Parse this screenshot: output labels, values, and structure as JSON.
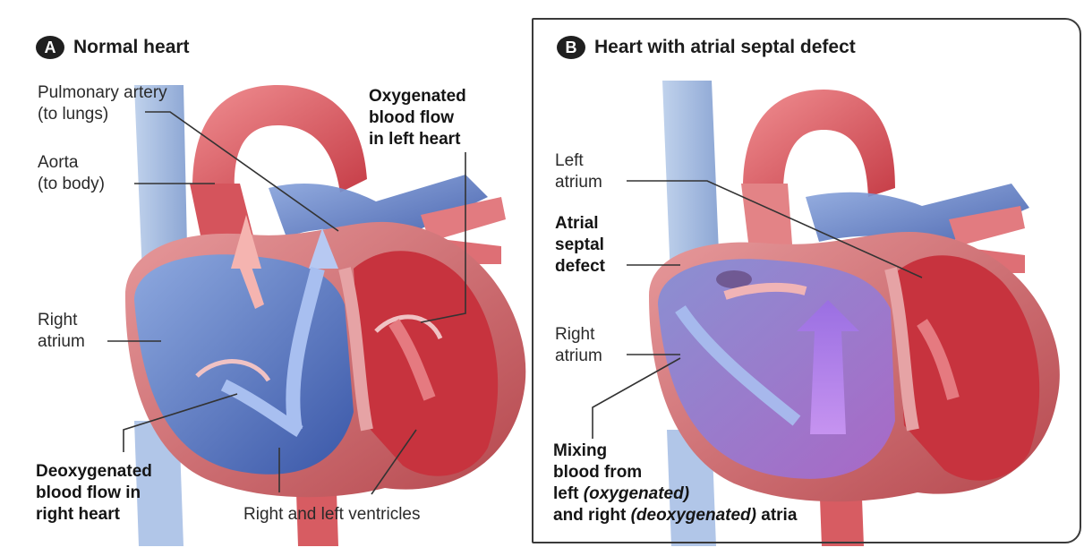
{
  "panel_a": {
    "badge": "A",
    "title": "Normal heart",
    "labels": {
      "pulmonary_artery_1": "Pulmonary artery",
      "pulmonary_artery_2": "(to lungs)",
      "aorta_1": "Aorta",
      "aorta_2": "(to body)",
      "oxygenated_1": "Oxygenated",
      "oxygenated_2": "blood flow",
      "oxygenated_3": "in left heart",
      "right_atrium_1": "Right",
      "right_atrium_2": "atrium",
      "deoxygenated_1": "Deoxygenated",
      "deoxygenated_2": "blood flow in",
      "deoxygenated_3": "right heart",
      "ventricles": "Right and left ventricles"
    }
  },
  "panel_b": {
    "badge": "B",
    "title": "Heart with atrial septal defect",
    "labels": {
      "left_atrium_1": "Left",
      "left_atrium_2": "atrium",
      "asd_1": "Atrial",
      "asd_2": "septal",
      "asd_3": "defect",
      "right_atrium_1": "Right",
      "right_atrium_2": "atrium",
      "mixing_1": "Mixing",
      "mixing_2": "blood from",
      "mixing_3a": "left ",
      "mixing_3b": "(oxygenated)",
      "mixing_4a": "and right ",
      "mixing_4b": "(deoxygenated)",
      "mixing_4c": " atria"
    }
  },
  "colors": {
    "oxygenated_red": "#d9474f",
    "deoxygenated_blue": "#4a6fc4",
    "heart_muscle": "#c85a5f",
    "mixed_purple": "#9a6fd6",
    "vessel_blue": "#9cb9e0"
  }
}
